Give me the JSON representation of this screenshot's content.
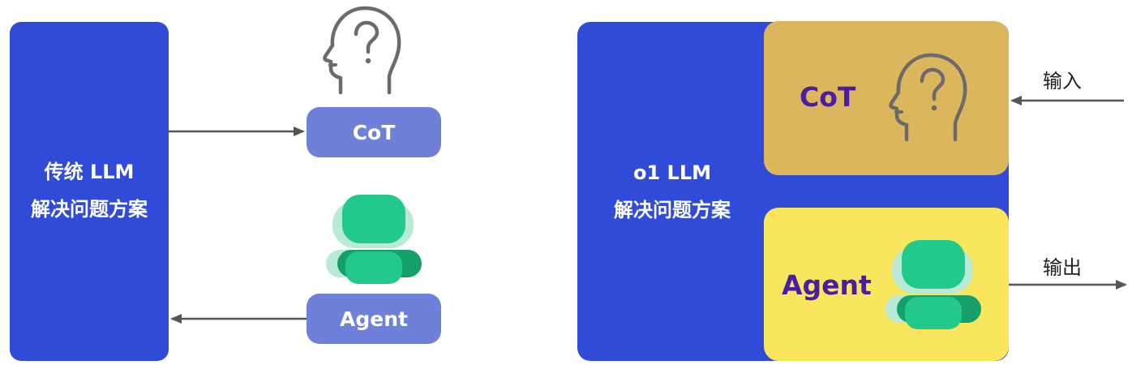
{
  "left": {
    "box_line1": "传统 LLM",
    "box_line2": "解决问题方案",
    "cot_label": "CoT",
    "agent_label": "Agent"
  },
  "right": {
    "box_line1": "o1 LLM",
    "box_line2": "解决问题方案",
    "cot_label": "CoT",
    "agent_label": "Agent",
    "input_label": "输入",
    "output_label": "输出"
  },
  "colors": {
    "llm_blue": "#2f4bd8",
    "pill_blue": "#6f80db",
    "cot_panel": "#dcb65c",
    "agent_panel": "#fae55f",
    "panel_text": "#4a1ea3",
    "robot_green": "#22c98a",
    "robot_light": "#b9ead7",
    "robot_dark": "#15a06a",
    "arrow_gray": "#555555"
  },
  "icons": [
    "head-question-icon",
    "robot-agent-icon",
    "arrow-right-icon",
    "arrow-left-icon"
  ]
}
